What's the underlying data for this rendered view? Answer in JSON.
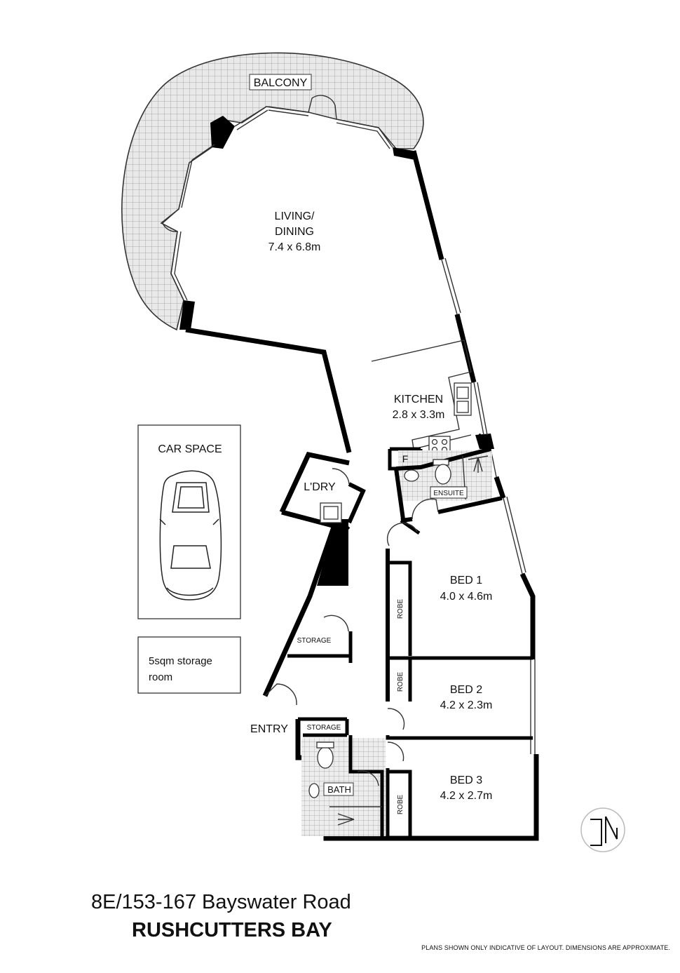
{
  "rooms": {
    "balcony": "BALCONY",
    "living_name": "LIVING/",
    "living_name2": "DINING",
    "living_dims": "7.4 x 6.8m",
    "kitchen_name": "KITCHEN",
    "kitchen_dims": "2.8 x 3.3m",
    "fridge": "F",
    "laundry": "L'DRY",
    "ensuite": "ENSUITE",
    "bed1_name": "BED 1",
    "bed1_dims": "4.0 x 4.6m",
    "bed2_name": "BED 2",
    "bed2_dims": "4.2 x 2.3m",
    "bed3_name": "BED 3",
    "bed3_dims": "4.2 x 2.7m",
    "robe": "ROBE",
    "storage": "STORAGE",
    "bath": "BATH",
    "entry": "ENTRY"
  },
  "car_space": "CAR SPACE",
  "storage_room": {
    "line1": "5sqm storage",
    "line2": "room"
  },
  "compass": {
    "label": "N"
  },
  "address": "8E/153-167 Bayswater Road",
  "suburb": "RUSHCUTTERS BAY",
  "disclaimer": "PLANS SHOWN ONLY INDICATIVE OF LAYOUT. DIMENSIONS ARE APPROXIMATE."
}
